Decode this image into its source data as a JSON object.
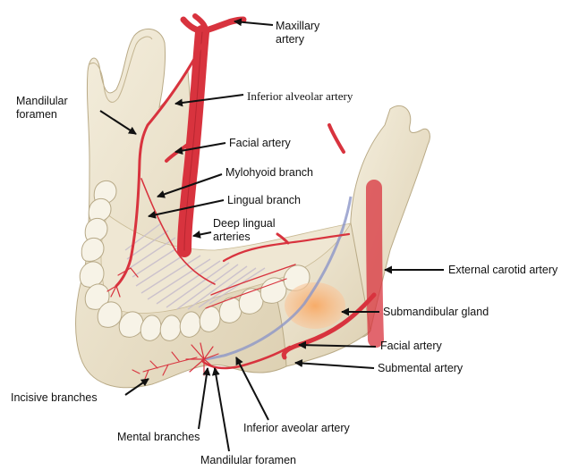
{
  "labels": {
    "maxillary_artery": "Maxillary artery",
    "mandibular_foramen_top": "Mandilular foramen",
    "inferior_alveolar_artery_top": "Inferior alveolar artery",
    "facial_artery_top": "Facial artery",
    "mylohyoid_branch": "Mylohyoid branch",
    "lingual_branch": "Lingual branch",
    "deep_lingual_arteries": "Deep lingual arteries",
    "external_carotid_artery": "External carotid artery",
    "submandibular_gland": "Submandibular gland",
    "facial_artery_bottom": "Facial artery",
    "submental_artery": "Submental artery",
    "incisive_branches": "Incisive branches",
    "inferior_aveolar_artery_bottom": "Inferior aveolar artery",
    "mental_branches": "Mental branches",
    "mandibular_foramen_bottom": "Mandilular foramen"
  },
  "colors": {
    "bone": "#ede4cf",
    "bone_shadow": "#cdbf9d",
    "artery": "#d8333e",
    "artery_dark": "#a51e28",
    "vein_blue": "#8c96c8",
    "gland": "#f6b98c",
    "muscle": "#d9cfd9"
  }
}
